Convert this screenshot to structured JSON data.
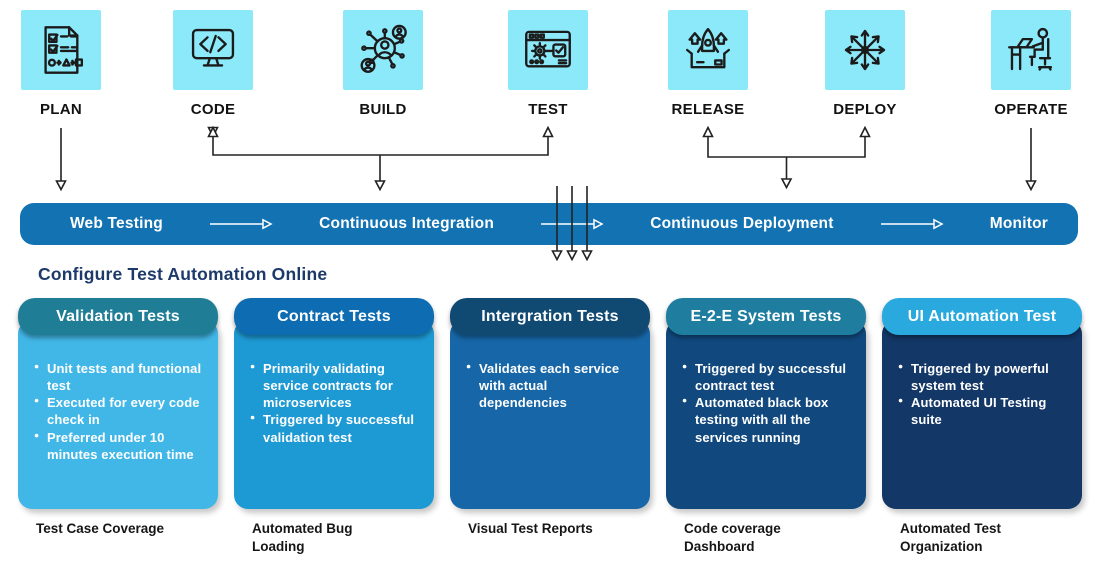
{
  "stages": [
    {
      "label": "PLAN",
      "icon": "plan-document-icon"
    },
    {
      "label": "CODE",
      "icon": "code-monitor-icon"
    },
    {
      "label": "BUILD",
      "icon": "build-network-icon"
    },
    {
      "label": "TEST",
      "icon": "test-browser-icon"
    },
    {
      "label": "RELEASE",
      "icon": "release-rocket-icon"
    },
    {
      "label": "DEPLOY",
      "icon": "deploy-arrows-icon"
    },
    {
      "label": "OPERATE",
      "icon": "operate-workstation-icon"
    }
  ],
  "banner": {
    "items": [
      "Web Testing",
      "Continuous Integration",
      "Continuous Deployment",
      "Monitor"
    ]
  },
  "section": {
    "heading": "Configure Test Automation Online"
  },
  "cards": [
    {
      "title": "Validation Tests",
      "header_color": "#1f7e96",
      "body_color": "#41b7e8",
      "bullets": [
        "Unit tests and functional test",
        "Executed for every code check in",
        "Preferred under 10 minutes execution time"
      ],
      "caption": "Test Case Coverage"
    },
    {
      "title": "Contract Tests",
      "header_color": "#0e6cb2",
      "body_color": "#1d9ad4",
      "bullets": [
        "Primarily validating service contracts for microservices",
        "Triggered by successful validation test"
      ],
      "caption": "Automated Bug Loading"
    },
    {
      "title": "Intergration Tests",
      "header_color": "#104a73",
      "body_color": "#1767a8",
      "bullets": [
        "Validates each service with actual dependencies"
      ],
      "caption": "Visual Test Reports"
    },
    {
      "title": "E-2-E System Tests",
      "header_color": "#1f7da0",
      "body_color": "#11497e",
      "bullets": [
        "Triggered by successful contract test",
        "Automated black box testing with all the services running"
      ],
      "caption": "Code coverage Dashboard"
    },
    {
      "title": "UI Automation Test",
      "header_color": "#29a9dd",
      "body_color": "#133767",
      "bullets": [
        "Triggered by powerful system test",
        "Automated UI Testing suite"
      ],
      "caption": "Automated Test Organization"
    }
  ],
  "colors": {
    "icon_background": "#8ce9f9",
    "banner_background": "#1272b2",
    "heading_text": "#1d3a6b",
    "connector_line": "#222222"
  }
}
